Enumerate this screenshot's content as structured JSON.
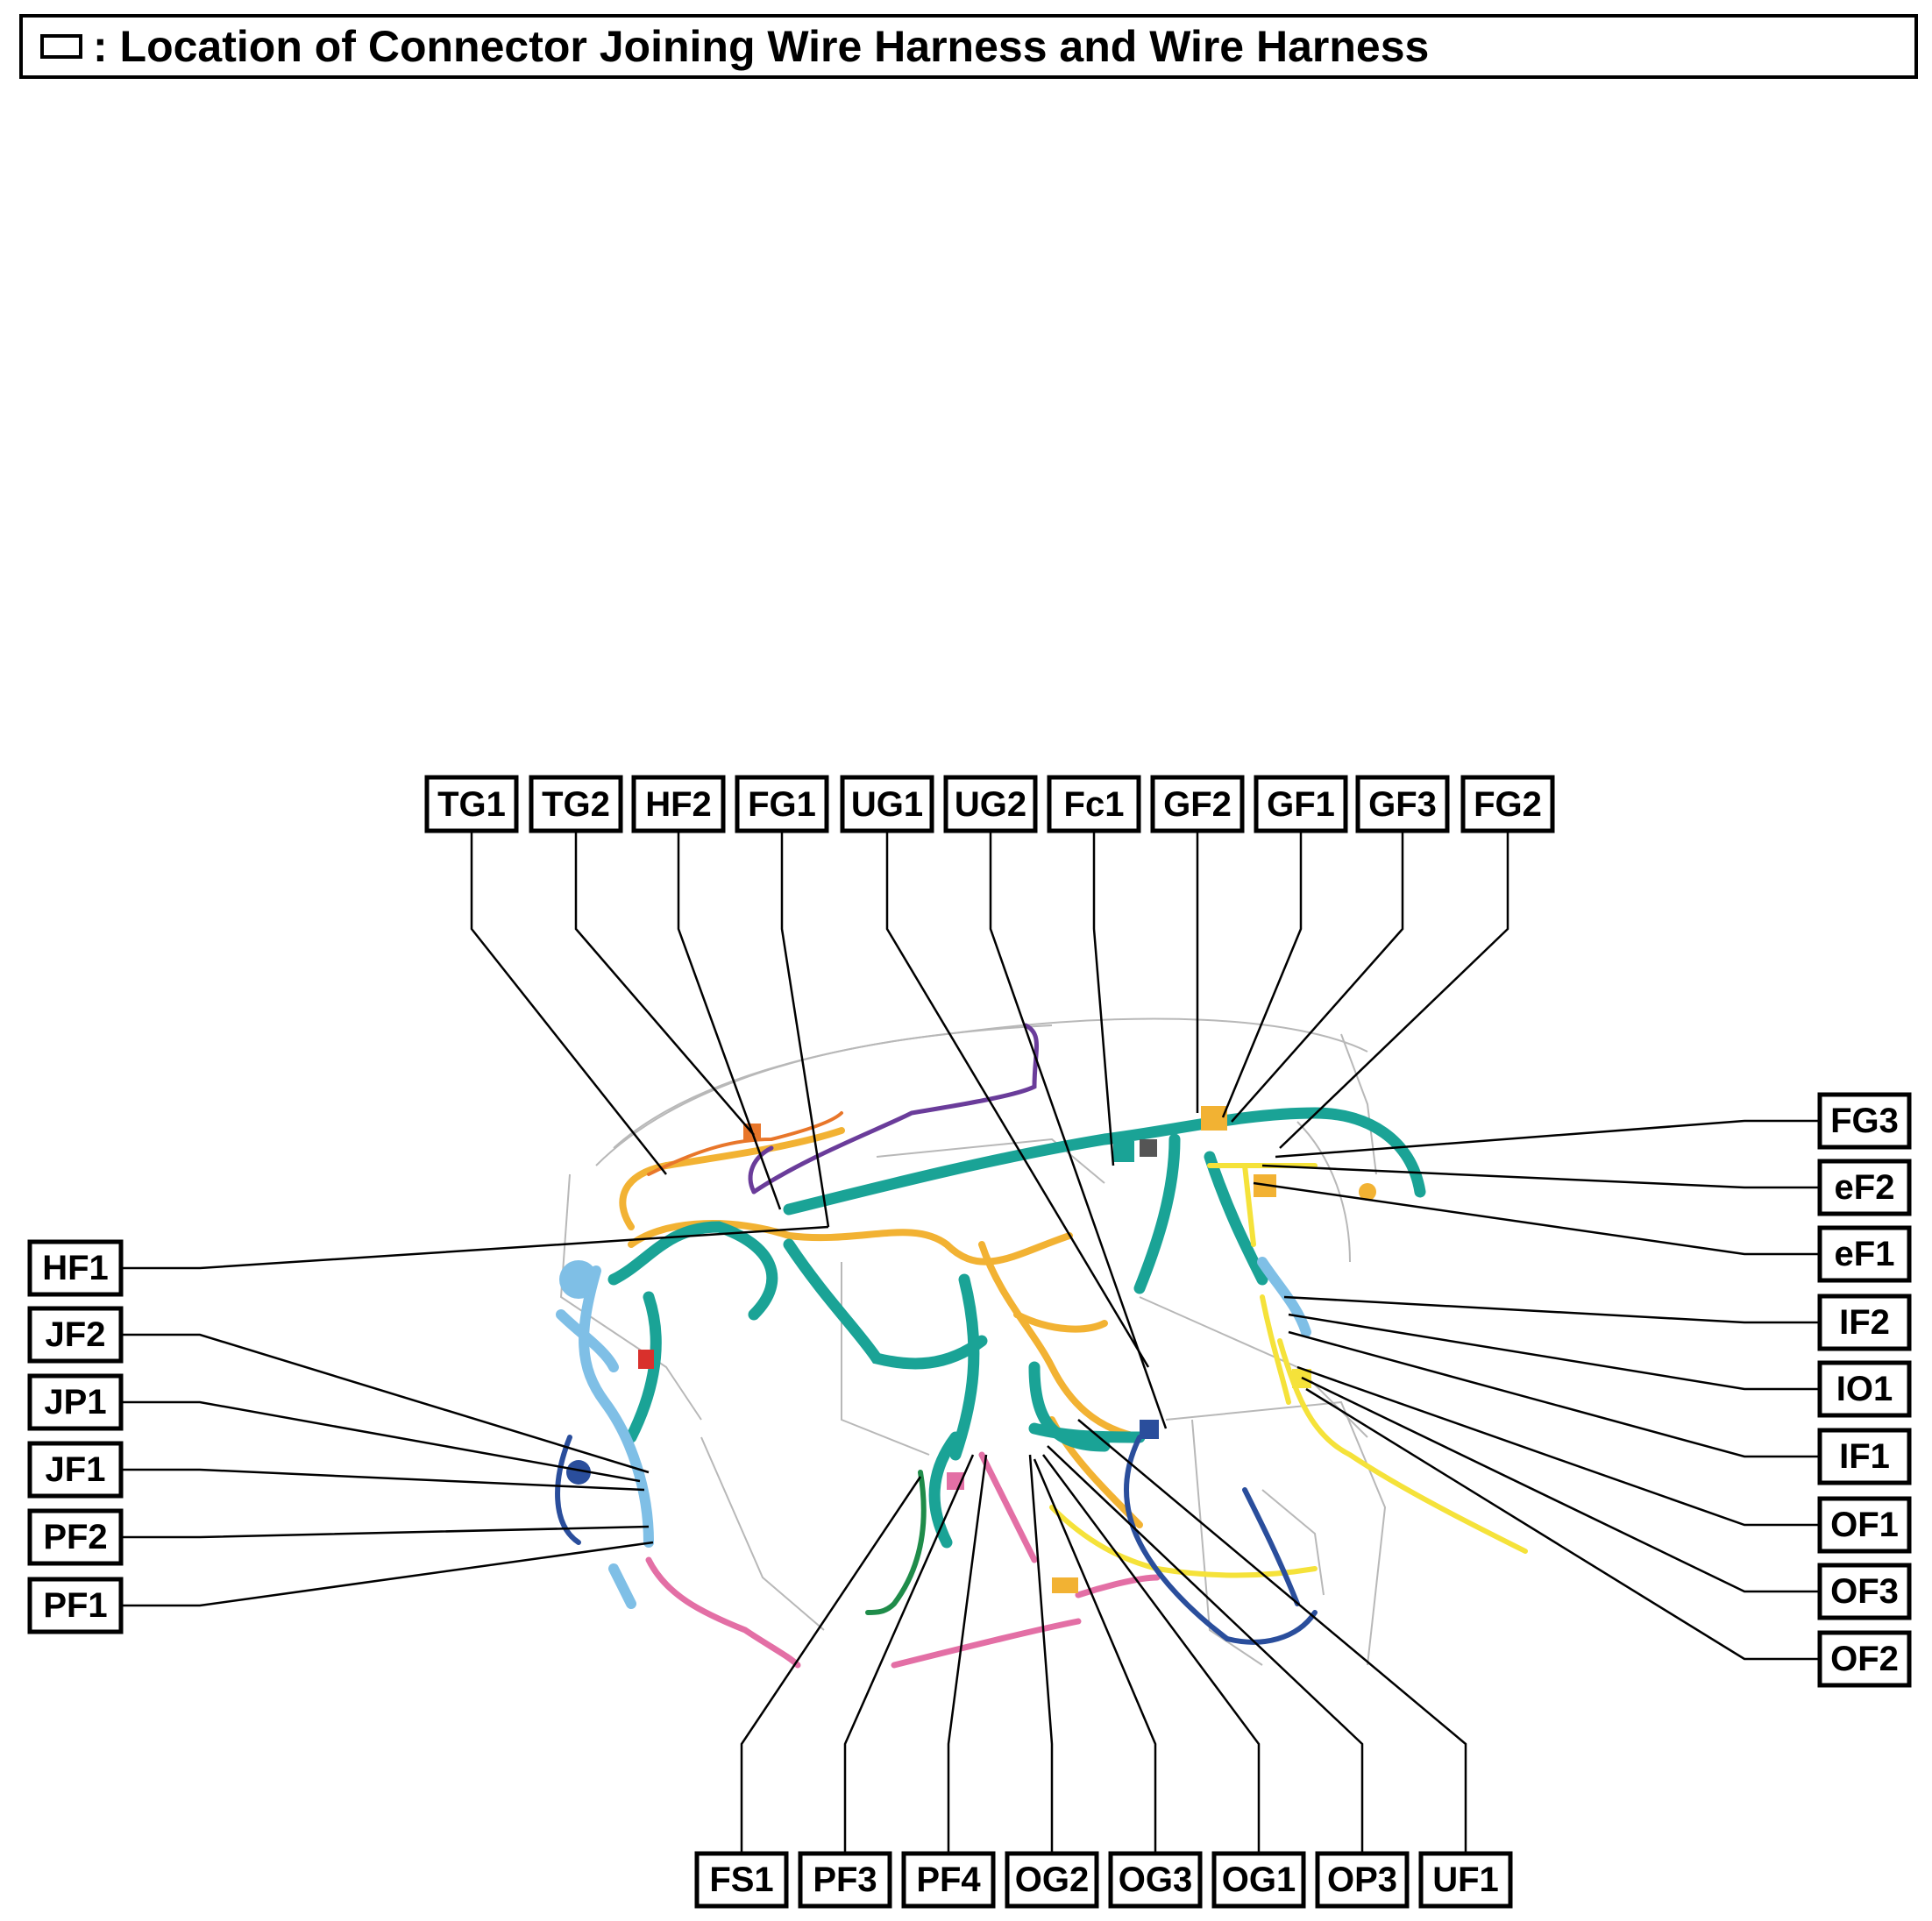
{
  "title": {
    "icon": "connector-symbol-rectangle",
    "text": ": Location of Connector Joining Wire Harness and Wire Harness"
  },
  "colors": {
    "teal_harness": "#1aa396",
    "orange_harness": "#f2b233",
    "light_blue_harness": "#7fbfe6",
    "yellow_harness": "#f5e23a",
    "pink_harness": "#e36fa5",
    "navy_harness": "#2a4e9c",
    "purple_harness": "#6a3c9a",
    "green_harness": "#1f8c4a",
    "red_connector": "#d9302c"
  },
  "labels": {
    "top": [
      "TG1",
      "TG2",
      "HF2",
      "FG1",
      "UG1",
      "UG2",
      "Fc1",
      "GF2",
      "GF1",
      "GF3",
      "FG2"
    ],
    "left": [
      "HF1",
      "JF2",
      "JP1",
      "JF1",
      "PF2",
      "PF1"
    ],
    "right": [
      "FG3",
      "eF2",
      "eF1",
      "IF2",
      "IO1",
      "IF1",
      "OF1",
      "OF3",
      "OF2"
    ],
    "bottom": [
      "FS1",
      "PF3",
      "PF4",
      "OG2",
      "OG3",
      "OG1",
      "OP3",
      "UF1"
    ]
  }
}
